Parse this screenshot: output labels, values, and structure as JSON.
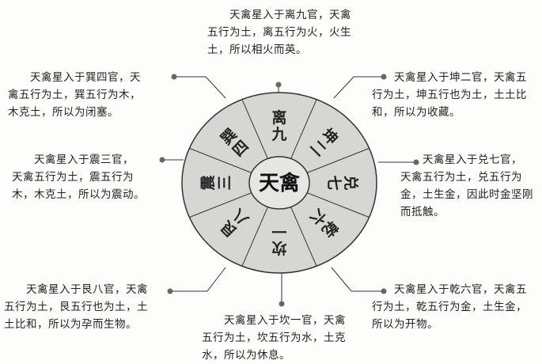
{
  "center_label": "天禽",
  "sectors": [
    {
      "id": "li",
      "label": [
        "离",
        "九"
      ]
    },
    {
      "id": "kun",
      "label": [
        "坤",
        "二"
      ]
    },
    {
      "id": "dui",
      "label": [
        "兑",
        "七"
      ]
    },
    {
      "id": "qian",
      "label": [
        "乾",
        "六"
      ]
    },
    {
      "id": "kan",
      "label": [
        "坎",
        "一"
      ]
    },
    {
      "id": "gen",
      "label": [
        "艮",
        "八"
      ]
    },
    {
      "id": "zhen",
      "label": [
        "震",
        "三"
      ]
    },
    {
      "id": "xun",
      "label": [
        "巽",
        "四"
      ]
    }
  ],
  "callouts": {
    "li": [
      "天禽星入于离九官，天禽",
      "五行为土，离五行为火，火生",
      "土，所以相火而英。"
    ],
    "kun": [
      "天禽星入于坤二官，天禽五",
      "行为土，坤五行也为土，土土比",
      "和，所以为收藏。"
    ],
    "dui": [
      "天禽星入于兑七官，",
      "天禽五行为土，兑五行为",
      "金，土生金，因此时金坚刚",
      "而抵触。"
    ],
    "qian": [
      "天禽星入于乾六官，天禽五",
      "行为土，乾五行为金，土生金，",
      "所以为开物。"
    ],
    "kan": [
      "天禽星入于坎一官，天禽",
      "五行为土，坎五行为水，土克",
      "水，所以为休息。"
    ],
    "gen": [
      "天禽星入于艮八官，天禽",
      "五行为土，艮五行也为土，土",
      "土比和，所以为孕而生物。"
    ],
    "zhen": [
      "天禽星入于震三官，",
      "天禽五行为土，震五行为",
      "木，木克土，所以为震动。"
    ],
    "xun": [
      "天禽星入于巽四官，天",
      "禽五行为土，巽五行为木，",
      "木克土，所以为闭塞。"
    ]
  },
  "colors": {
    "fill": "#d6d6d4",
    "stroke": "#333333",
    "dot": "#666666"
  }
}
